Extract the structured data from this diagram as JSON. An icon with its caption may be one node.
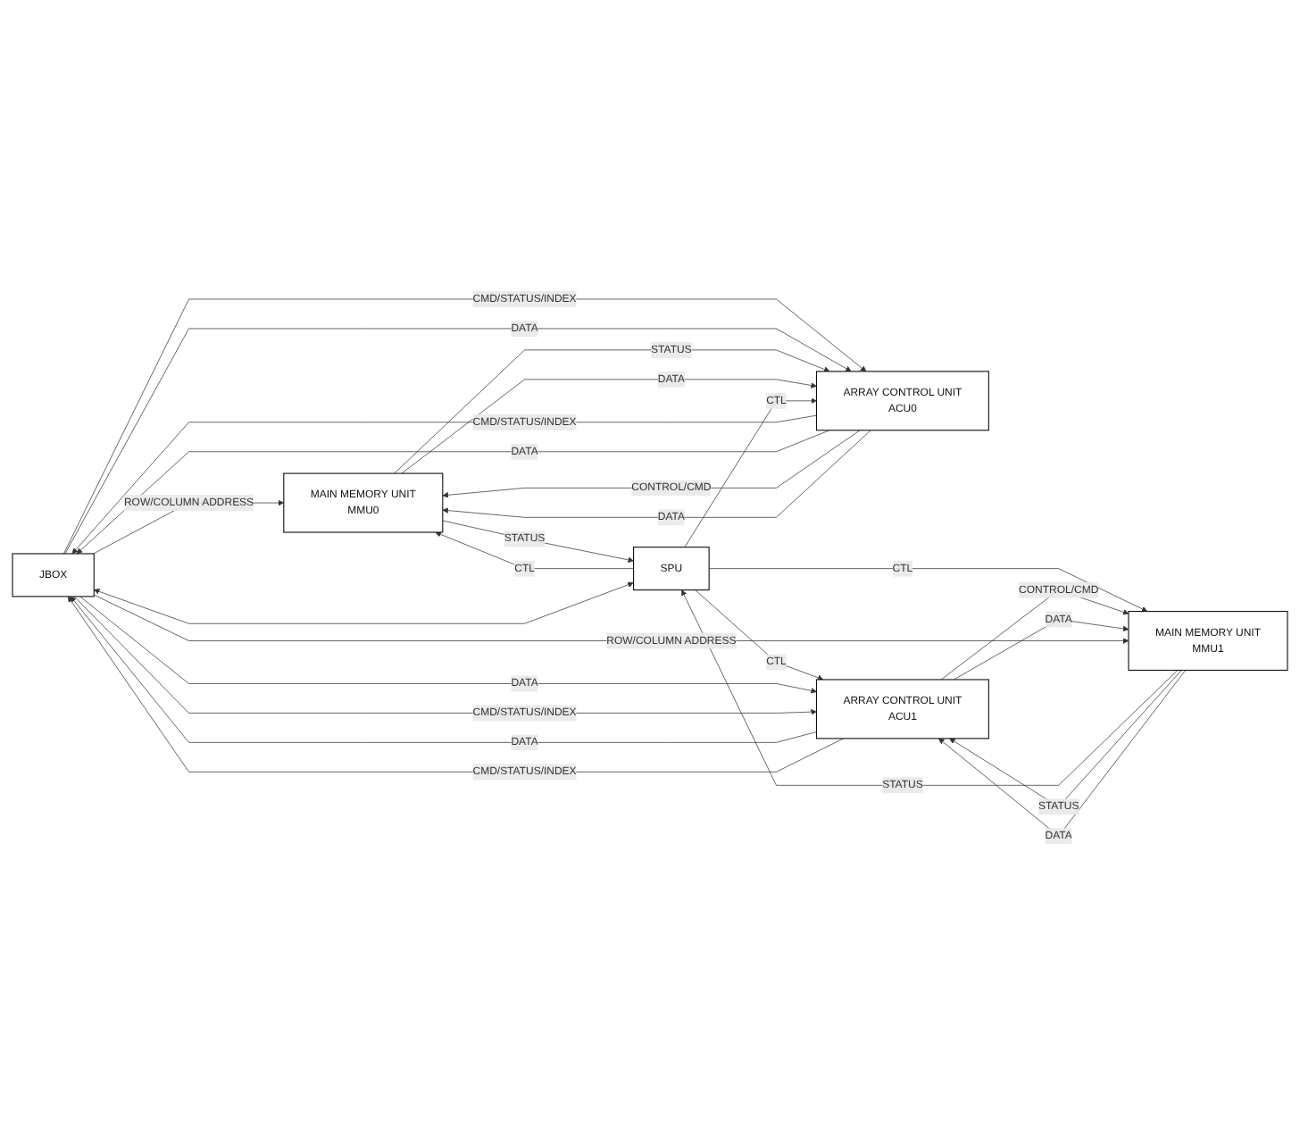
{
  "diagram": {
    "nodes": [
      {
        "text": [
          "JBOX"
        ]
      },
      {
        "text": [
          "ARRAY CONTROL UNIT",
          "ACU0"
        ]
      },
      {
        "text": [
          "MAIN MEMORY UNIT",
          "MMU0"
        ]
      },
      {
        "text": [
          "SPU"
        ]
      },
      {
        "text": [
          "ARRAY CONTROL UNIT",
          "ACU1"
        ]
      },
      {
        "text": [
          "MAIN MEMORY UNIT",
          "MMU1"
        ]
      }
    ],
    "edges": [
      {
        "from": 0,
        "to": 2,
        "arrow": "to",
        "label": "ROW/COLUMN ADDRESS"
      },
      {
        "from": 0,
        "to": 1,
        "arrow": "to",
        "label": "CMD/STATUS/INDEX"
      },
      {
        "from": 1,
        "to": 0,
        "arrow": "to",
        "label": "CMD/STATUS/INDEX"
      },
      {
        "from": 0,
        "to": 1,
        "arrow": "to",
        "label": "DATA"
      },
      {
        "from": 1,
        "to": 0,
        "arrow": "to",
        "label": "DATA"
      },
      {
        "from": 1,
        "to": 2,
        "arrow": "to",
        "label": "CONTROL/CMD"
      },
      {
        "from": 2,
        "to": 1,
        "arrow": "to",
        "label": "STATUS"
      },
      {
        "from": 1,
        "to": 2,
        "arrow": "to",
        "label": "DATA"
      },
      {
        "from": 2,
        "to": 1,
        "arrow": "to",
        "label": "DATA"
      },
      {
        "from": 3,
        "to": 2,
        "arrow": "to",
        "label": "CTL"
      },
      {
        "from": 3,
        "to": 1,
        "arrow": "to",
        "label": "CTL"
      },
      {
        "from": 2,
        "to": 3,
        "arrow": "to",
        "label": "STATUS"
      },
      {
        "from": 0,
        "to": 3,
        "arrow": "both"
      },
      {
        "from": 3,
        "to": 4,
        "arrow": "to",
        "label": "CTL"
      },
      {
        "from": 5,
        "to": 3,
        "arrow": "to",
        "label": "STATUS"
      },
      {
        "from": 3,
        "to": 5,
        "arrow": "to",
        "label": "CTL"
      },
      {
        "from": 0,
        "to": 4,
        "arrow": "to",
        "label": "DATA"
      },
      {
        "from": 4,
        "to": 0,
        "arrow": "to",
        "label": "DATA"
      },
      {
        "from": 0,
        "to": 4,
        "arrow": "to",
        "label": "CMD/STATUS/INDEX"
      },
      {
        "from": 4,
        "to": 0,
        "arrow": "to",
        "label": "CMD/STATUS/INDEX"
      },
      {
        "from": 4,
        "to": 5,
        "arrow": "to",
        "label": "CONTROL/CMD"
      },
      {
        "from": 5,
        "to": 4,
        "arrow": "to",
        "label": "STATUS"
      },
      {
        "from": 4,
        "to": 5,
        "arrow": "to",
        "label": "DATA"
      },
      {
        "from": 5,
        "to": 4,
        "arrow": "to",
        "label": "DATA"
      },
      {
        "from": 0,
        "to": 5,
        "arrow": "to",
        "label": "ROW/COLUMN ADDRESS"
      }
    ]
  }
}
